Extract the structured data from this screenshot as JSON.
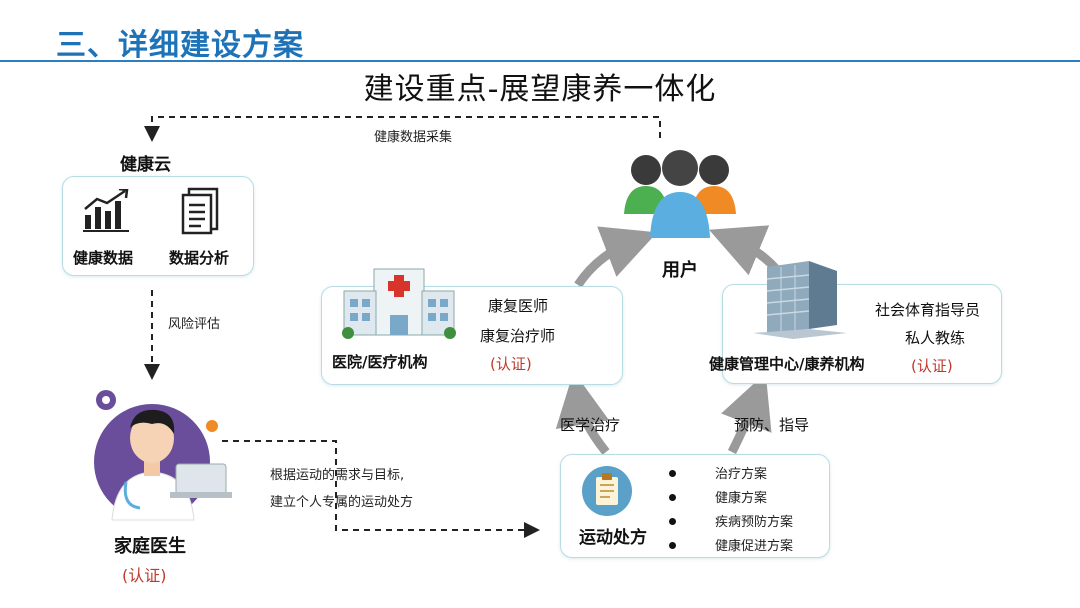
{
  "header": {
    "section_title": "三、详细建设方案"
  },
  "main_title": "建设重点-展望康养一体化",
  "flow_labels": {
    "data_collection": "健康数据采集",
    "risk_assessment": "风险评估",
    "medical_treatment": "医学治疗",
    "prevention_guidance": "预防、指导",
    "doctor_note_line1": "根据运动的需求与目标,",
    "doctor_note_line2": "建立个人专属的运动处方"
  },
  "health_cloud": {
    "title": "健康云",
    "items": [
      {
        "label": "健康数据",
        "icon": "bar-chart-icon"
      },
      {
        "label": "数据分析",
        "icon": "document-icon"
      }
    ]
  },
  "users": {
    "label": "用户",
    "icon": "user-group-icon"
  },
  "hospital": {
    "name": "医院/医疗机构",
    "roles": [
      "康复医师",
      "康复治疗师"
    ],
    "cert": "(认证)",
    "icon": "hospital-icon"
  },
  "health_center": {
    "name": "健康管理中心/康养机构",
    "roles": [
      "社会体育指导员",
      "私人教练"
    ],
    "cert": "(认证)",
    "icon": "office-building-icon"
  },
  "family_doctor": {
    "name": "家庭医生",
    "cert": "(认证)",
    "icon": "doctor-avatar-icon"
  },
  "exercise_prescription": {
    "title": "运动处方",
    "icon": "clipboard-icon",
    "items": [
      "治疗方案",
      "健康方案",
      "疾病预防方案",
      "健康促进方案"
    ]
  },
  "colors": {
    "header_blue": "#1e73b8",
    "border": "#b7dde3",
    "arrow_gray": "#9a9a9a",
    "cert_red": "#c0392b"
  }
}
